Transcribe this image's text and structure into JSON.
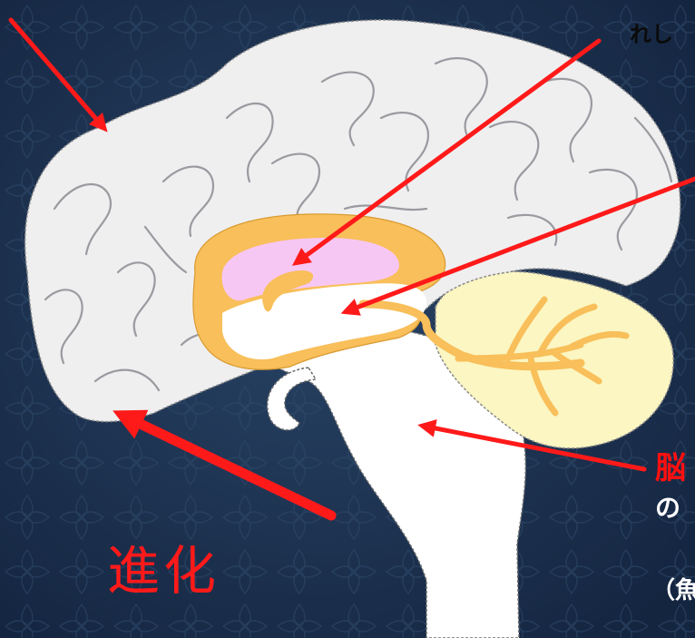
{
  "labels": {
    "top_right": "れし",
    "brain_partial": "脳",
    "no_partial": "の",
    "paren_partial": "（魚",
    "evolution": "進化"
  },
  "colors": {
    "background": "#1c3150",
    "cerebrum": "#efeff0",
    "limbic_ring": "#f8bf5a",
    "ventricle": "#f7c7f4",
    "cerebellum": "#fbf6c2",
    "brainstem": "#ffffff",
    "arrow": "#ff1a1a"
  },
  "icons": [
    "arrow-cerebrum",
    "arrow-ventricle",
    "arrow-limbic",
    "arrow-brainstem",
    "arrow-evolution"
  ]
}
